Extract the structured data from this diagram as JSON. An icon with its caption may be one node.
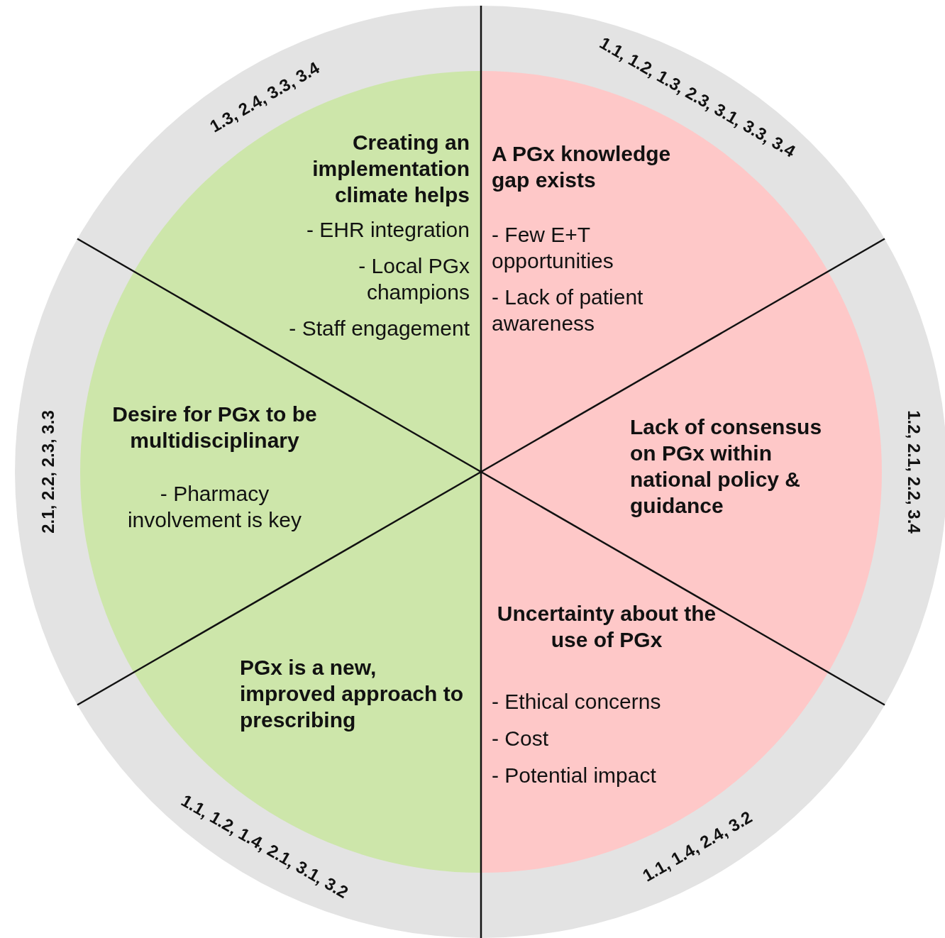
{
  "diagram": {
    "nodes": [
      {
        "text": [
          "Creating an implementation climate helps",
          "- EHR integration",
          "- Local PGx champions",
          "- Staff engagement"
        ],
        "beside": [
          "1.3, 2.4, 3.3, 3.4"
        ]
      },
      {
        "text": [
          "A PGx knowledge gap exists",
          "- Few E+T opportunities",
          "- Lack of patient awareness"
        ],
        "beside": [
          "1.1, 1.2, 1.3, 2.3, 3.1, 3.3, 3.4"
        ]
      },
      {
        "text": [
          "Desire for PGx to be multidisciplinary",
          "- Pharmacy involvement is key"
        ],
        "beside": [
          "2.1, 2.2, 2.3, 3.3"
        ]
      },
      {
        "text": [
          "Lack of consensus on PGx within national policy & guidance"
        ],
        "beside": [
          "1.2, 2.1, 2.2, 3.4"
        ]
      },
      {
        "text": [
          "PGx is a new, improved approach to prescribing"
        ],
        "beside": [
          "1.1, 1.2, 1.4, 2.1, 3.1, 3.2"
        ]
      },
      {
        "text": [
          "Uncertainty about the use of PGx",
          "- Ethical concerns",
          "- Cost",
          "- Potential impact"
        ],
        "beside": [
          "1.1, 1.4, 2.4, 3.2"
        ]
      }
    ]
  }
}
